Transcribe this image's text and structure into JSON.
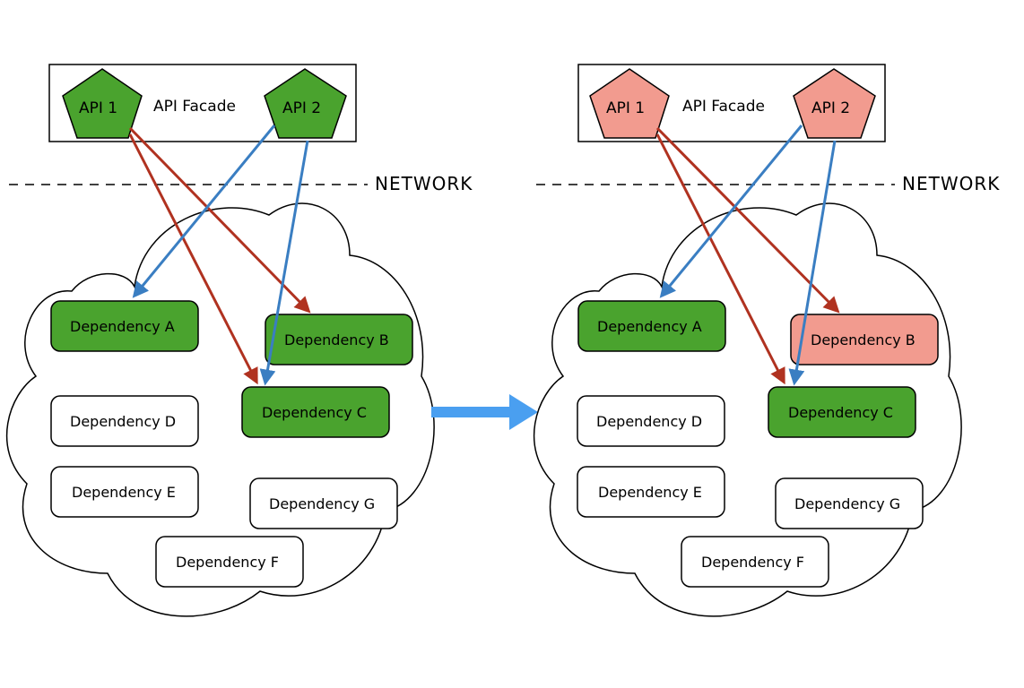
{
  "colors": {
    "healthy": "#4aa32e",
    "failed": "#f29b8f",
    "idle": "#ffffff",
    "api1_arrow": "#b03220",
    "api2_arrow": "#3a7ec2",
    "transition_arrow": "#4a9ff0"
  },
  "panels": [
    {
      "facade": {
        "label": "API Facade"
      },
      "apis": [
        {
          "label": "API 1",
          "state": "healthy"
        },
        {
          "label": "API 2",
          "state": "healthy"
        }
      ],
      "network_label": "NETWORK",
      "dependencies": [
        {
          "label": "Dependency A",
          "state": "healthy"
        },
        {
          "label": "Dependency B",
          "state": "healthy"
        },
        {
          "label": "Dependency C",
          "state": "healthy"
        },
        {
          "label": "Dependency D",
          "state": "idle"
        },
        {
          "label": "Dependency E",
          "state": "idle"
        },
        {
          "label": "Dependency G",
          "state": "idle"
        },
        {
          "label": "Dependency F",
          "state": "idle"
        }
      ]
    },
    {
      "facade": {
        "label": "API Facade"
      },
      "apis": [
        {
          "label": "API 1",
          "state": "failed"
        },
        {
          "label": "API 2",
          "state": "failed"
        }
      ],
      "network_label": "NETWORK",
      "dependencies": [
        {
          "label": "Dependency A",
          "state": "healthy"
        },
        {
          "label": "Dependency B",
          "state": "failed"
        },
        {
          "label": "Dependency C",
          "state": "healthy"
        },
        {
          "label": "Dependency D",
          "state": "idle"
        },
        {
          "label": "Dependency E",
          "state": "idle"
        },
        {
          "label": "Dependency G",
          "state": "idle"
        },
        {
          "label": "Dependency F",
          "state": "idle"
        }
      ]
    }
  ]
}
